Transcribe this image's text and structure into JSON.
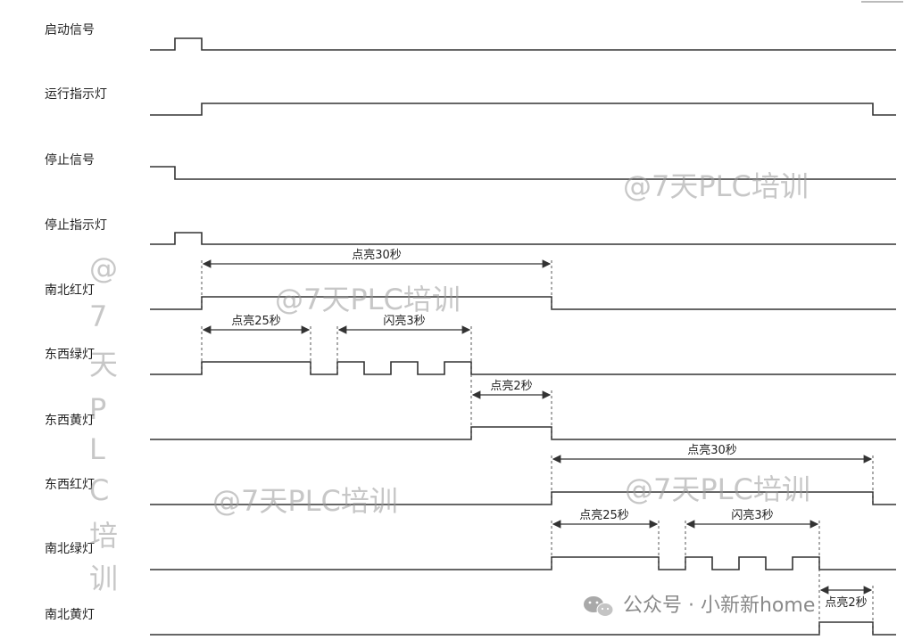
{
  "signals": [
    {
      "label": "启动信号",
      "segments": [
        [
          0,
          0
        ],
        [
          1,
          1
        ],
        [
          2,
          0
        ]
      ]
    },
    {
      "label": "运行指示灯",
      "segments": [
        [
          0,
          0
        ],
        [
          1,
          1
        ],
        [
          2,
          0
        ]
      ]
    },
    {
      "label": "停止信号",
      "segments": [
        [
          1,
          0
        ]
      ]
    },
    {
      "label": "停止指示灯",
      "segments": [
        [
          0,
          0
        ],
        [
          1,
          1
        ],
        [
          2,
          0
        ]
      ]
    },
    {
      "label": "南北红灯"
    },
    {
      "label": "东西绿灯"
    },
    {
      "label": "东西黄灯"
    },
    {
      "label": "东西红灯"
    },
    {
      "label": "南北绿灯"
    },
    {
      "label": "南北黄灯"
    }
  ],
  "durations": [
    {
      "label": "点亮30秒"
    },
    {
      "label": "点亮25秒"
    },
    {
      "label": "闪亮3秒"
    },
    {
      "label": "点亮2秒"
    },
    {
      "label": "点亮30秒"
    },
    {
      "label": "点亮25秒"
    },
    {
      "label": "闪亮3秒"
    },
    {
      "label": "点亮2秒"
    }
  ],
  "watermark": {
    "text": "@7天PLC培训",
    "vertical_chars": [
      "@",
      "7",
      "天",
      "P",
      "L",
      "C",
      "培",
      "训"
    ]
  },
  "footer": {
    "icon": "wechat-icon",
    "text": "公众号 · 小新新home"
  },
  "colors": {
    "line": "#333333",
    "watermark": "#9a9a9a"
  }
}
